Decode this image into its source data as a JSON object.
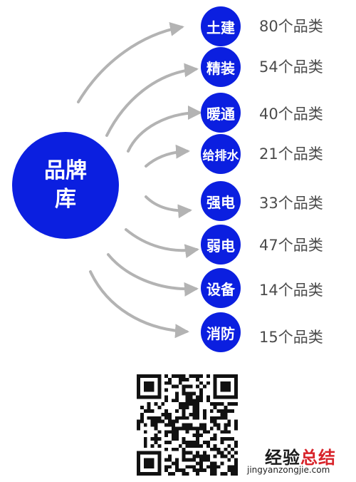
{
  "hub": {
    "label": "品牌库"
  },
  "categories": [
    {
      "name": "土建",
      "count": "80个品类"
    },
    {
      "name": "精装",
      "count": "54个品类"
    },
    {
      "name": "暖通",
      "count": "40个品类"
    },
    {
      "name": "给排水",
      "count": "21个品类"
    },
    {
      "name": "强电",
      "count": "33个品类"
    },
    {
      "name": "弱电",
      "count": "47个品类"
    },
    {
      "name": "设备",
      "count": "14个品类"
    },
    {
      "name": "消防",
      "count": "15个品类"
    }
  ],
  "watermark": {
    "title_main": "经验",
    "title_accent": "总结",
    "url": "jingyanzongjie.com"
  },
  "colors": {
    "node": "#0b1fe0",
    "arrow": "#b3b3b3",
    "accent": "#d8232a"
  }
}
